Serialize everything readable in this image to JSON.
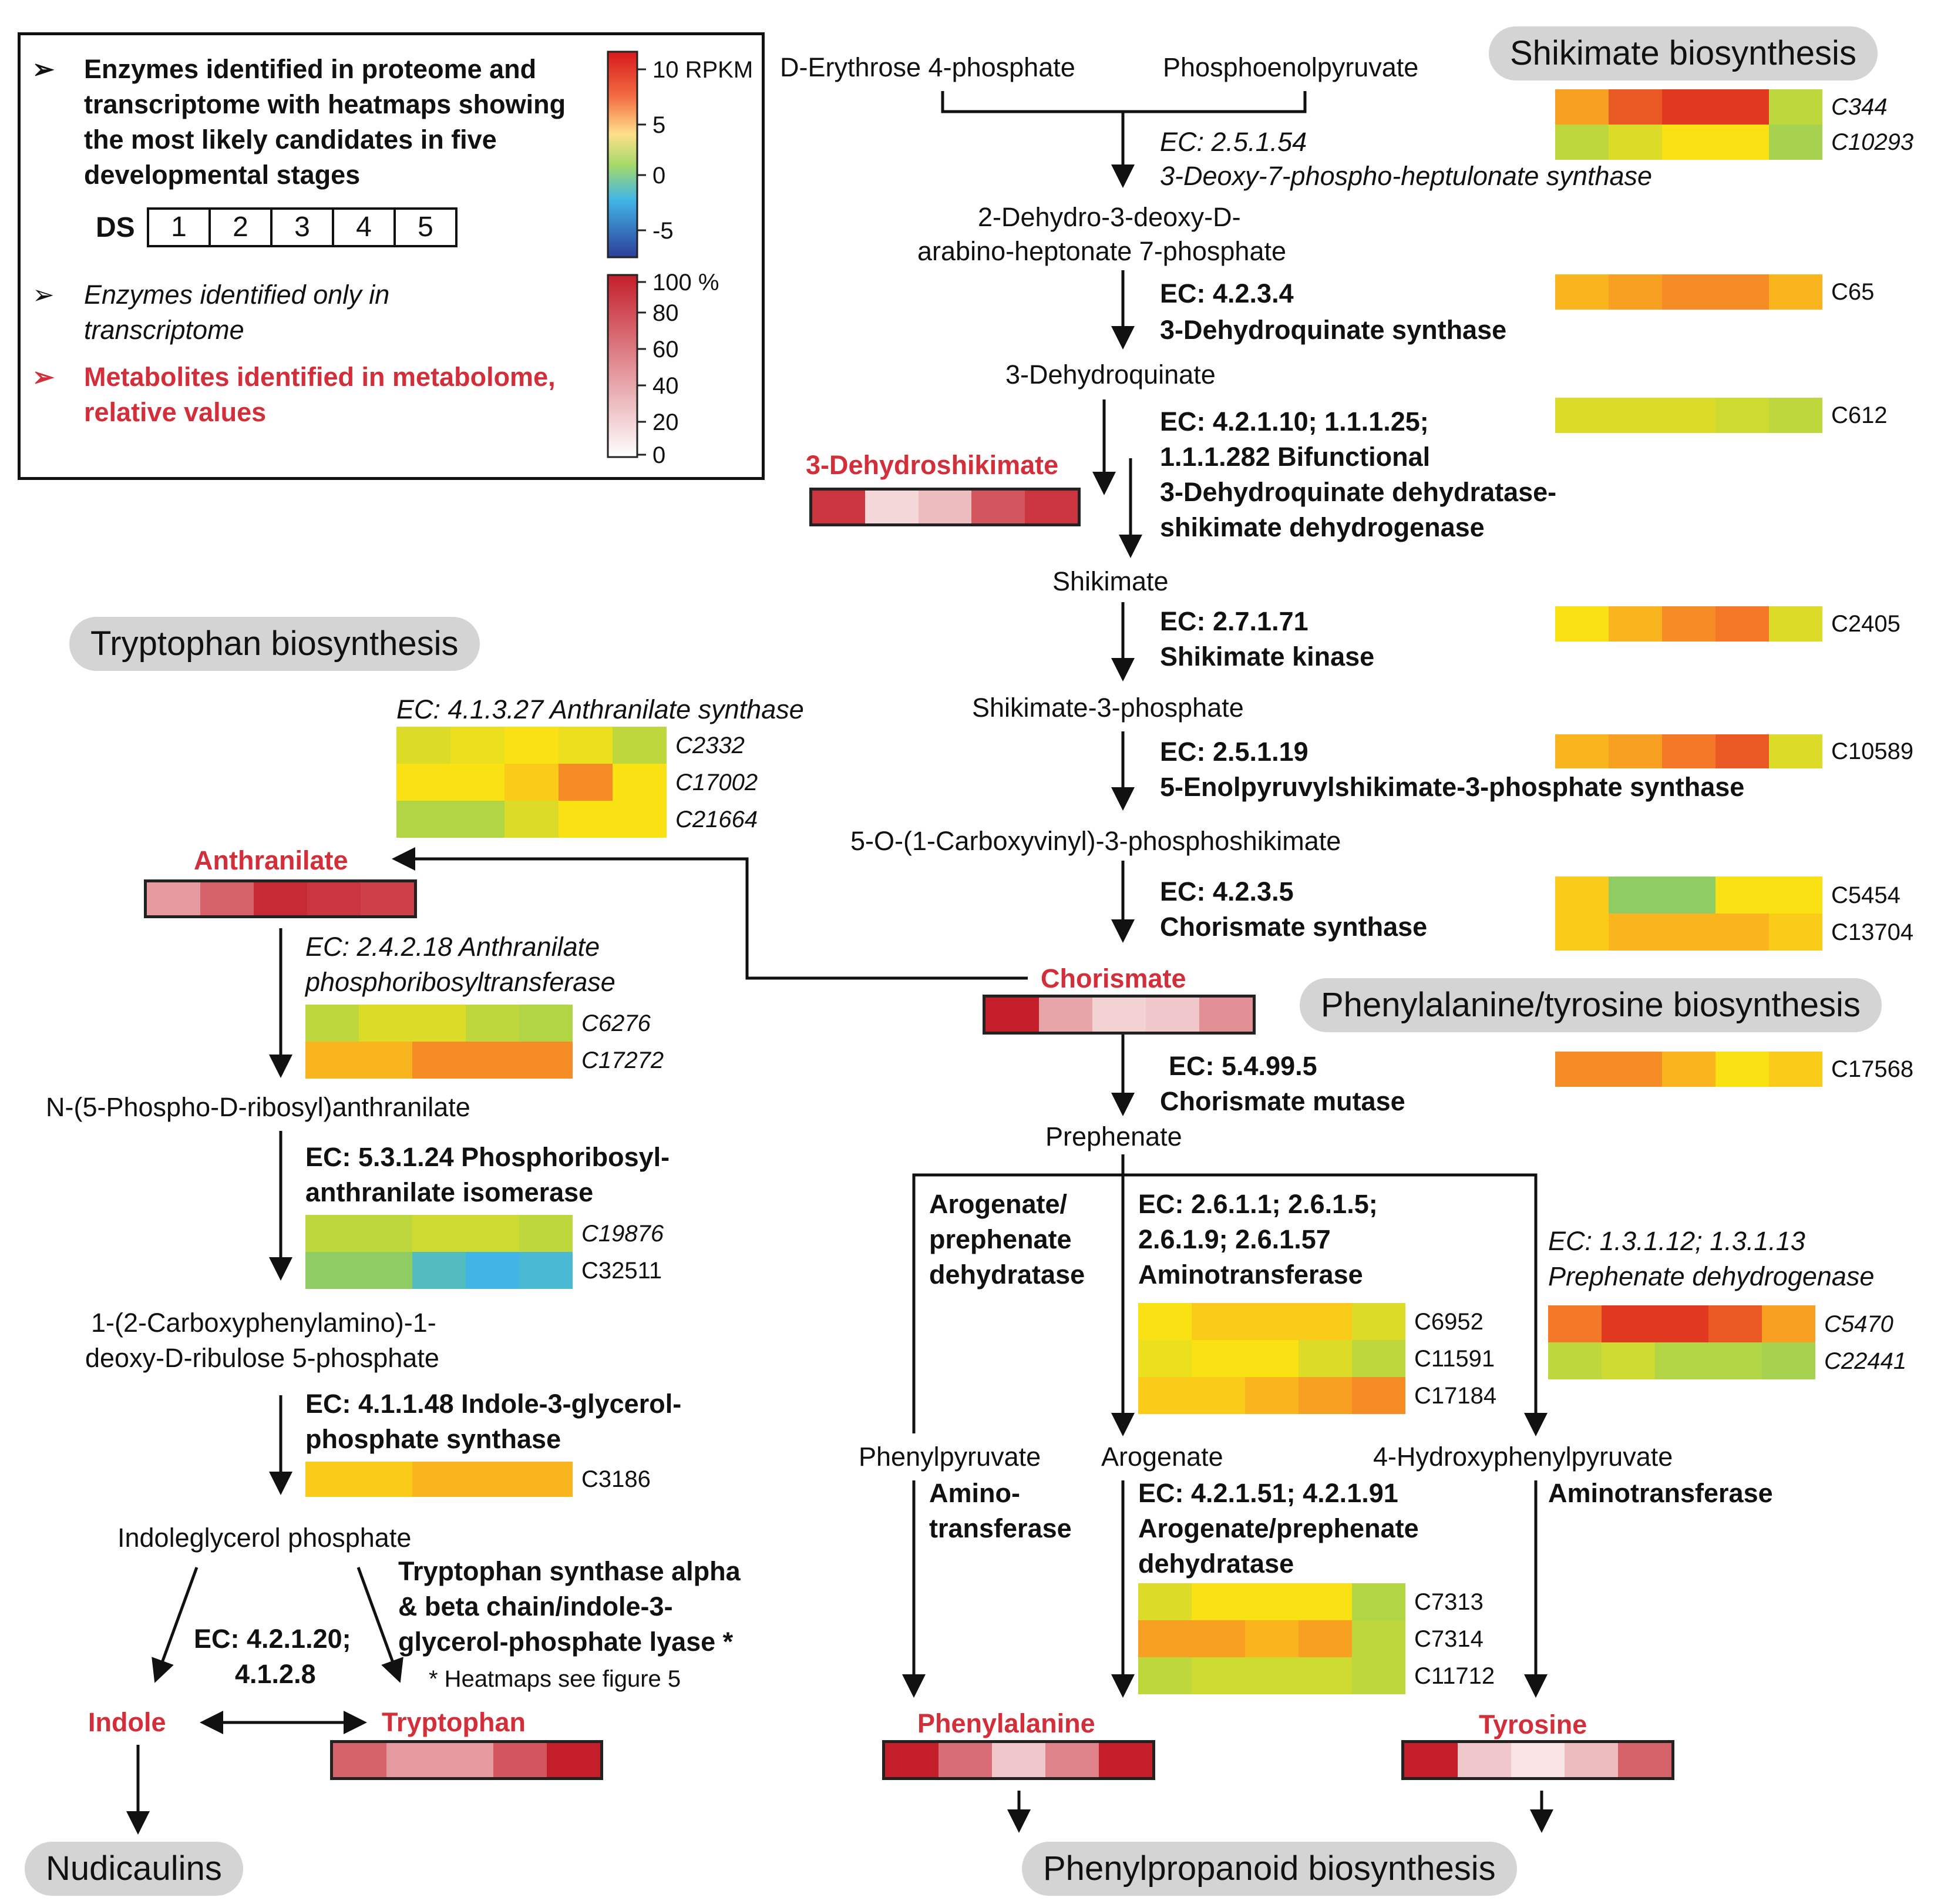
{
  "legend": {
    "proteome_transcriptome": "Enzymes identified in proteome and transcriptome with heatmaps showing the most likely candidates in five developmental stages",
    "ds_label": "DS",
    "stages": [
      "1",
      "2",
      "3",
      "4",
      "5"
    ],
    "transcriptome_only": "Enzymes identified only in transcriptome",
    "metabolites": "Metabolites identified in metabolome, relative values",
    "rpkm_ticks": [
      "10 RPKM",
      "5",
      "0",
      "-5"
    ],
    "pct_ticks": [
      "100 %",
      "80",
      "60",
      "40",
      "20",
      "0"
    ],
    "bullet": "➢"
  },
  "pathways": {
    "shikimate": "Shikimate biosynthesis",
    "tryptophan": "Tryptophan biosynthesis",
    "phe_tyr": "Phenylalanine/tyrosine biosynthesis",
    "nudicaulins": "Nudicaulins",
    "phenylpropanoid": "Phenylpropanoid biosynthesis"
  },
  "compounds": {
    "d_erythrose": "D-Erythrose 4-phosphate",
    "pep": "Phosphoenolpyruvate",
    "dahp_1": "2-Dehydro-3-deoxy-D-",
    "dahp_2": "arabino-heptonate 7-phosphate",
    "dhq": "3-Dehydroquinate",
    "shikimate": "Shikimate",
    "s3p": "Shikimate-3-phosphate",
    "epsp": "5-O-(1-Carboxyvinyl)-3-phosphoshikimate",
    "prephenate": "Prephenate",
    "n5p": "N-(5-Phospho-D-ribosyl)anthranilate",
    "cdrp_1": "1-(2-Carboxyphenylamino)-1-",
    "cdrp_2": "deoxy-D-ribulose 5-phosphate",
    "igp": "Indoleglycerol phosphate",
    "phenylpyruvate": "Phenylpyruvate",
    "arogenate": "Arogenate",
    "hpp": "4-Hydroxyphenylpyruvate"
  },
  "metabolites": {
    "dhs": {
      "label": "3-Dehydroshikimate",
      "values": [
        90,
        18,
        30,
        75,
        90
      ]
    },
    "anthranilate": {
      "label": "Anthranilate",
      "values": [
        45,
        70,
        95,
        90,
        85
      ]
    },
    "chorismate": {
      "label": "Chorismate",
      "values": [
        100,
        40,
        20,
        25,
        50
      ]
    },
    "tryptophan": {
      "label": "Tryptophan",
      "values": [
        70,
        45,
        45,
        75,
        100
      ]
    },
    "indole": {
      "label": "Indole"
    },
    "phenylalanine": {
      "label": "Phenylalanine",
      "values": [
        100,
        65,
        25,
        55,
        100
      ]
    },
    "tyrosine": {
      "label": "Tyrosine",
      "values": [
        100,
        25,
        12,
        30,
        70
      ]
    }
  },
  "enzymes": {
    "ec25154": {
      "ec": "EC: 2.5.1.54",
      "name": "3-Deoxy-7-phospho-heptulonate synthase"
    },
    "ec4234": {
      "ec": "EC: 4.2.3.4",
      "name": "3-Dehydroquinate synthase"
    },
    "ec42110": {
      "line1": "EC: 4.2.1.10; 1.1.1.25;",
      "line2": "1.1.1.282   Bifunctional",
      "line3": "3-Dehydroquinate dehydratase-",
      "line4": "shikimate dehydrogenase"
    },
    "ec27171": {
      "ec": "EC:  2.7.1.71",
      "name": "Shikimate kinase"
    },
    "ec25119": {
      "ec": "EC: 2.5.1.19",
      "name": "5-Enolpyruvylshikimate-3-phosphate synthase"
    },
    "ec4235": {
      "ec": "EC: 4.2.3.5",
      "name": "Chorismate synthase"
    },
    "ec549": {
      "ec": "EC: 5.4.99.5",
      "name": "Chorismate mutase"
    },
    "ec41327": "EC: 4.1.3.27 Anthranilate synthase",
    "ec24218": {
      "line1": "EC: 2.4.2.18 Anthranilate",
      "line2": "phosphoribosyltransferase"
    },
    "ec53124": {
      "line1": "EC: 5.3.1.24 Phosphoribosyl-",
      "line2": "anthranilate isomerase"
    },
    "ec41148": {
      "line1": "EC: 4.1.1.48 Indole-3-glycerol-",
      "line2": "phosphate synthase"
    },
    "ec42120": {
      "line1": "EC: 4.2.1.20;",
      "line2": "4.1.2.8"
    },
    "trp_synthase": {
      "line1": "Tryptophan synthase alpha",
      "line2": "& beta chain/indole-3-",
      "line3": "glycerol-phosphate lyase *"
    },
    "heatmap_note": "* Heatmaps see figure 5",
    "arogenate_dehydratase": {
      "line1": "Arogenate/",
      "line2": "prephenate",
      "line3": "dehydratase"
    },
    "aminotransferase_ec": {
      "line1": "EC: 2.6.1.1; 2.6.1.5;",
      "line2": "2.6.1.9; 2.6.1.57",
      "line3": "Aminotransferase"
    },
    "prephenate_dh": {
      "line1": "EC: 1.3.1.12; 1.3.1.13",
      "line2": "Prephenate dehydrogenase"
    },
    "amino_left": {
      "line1": "Amino-",
      "line2": "transferase"
    },
    "ec42151": {
      "line1": "EC: 4.2.1.51; 4.2.1.91",
      "line2": "Arogenate/prephenate",
      "line3": "dehydratase"
    },
    "amino_right": "Aminotransferase"
  },
  "heatmaps": {
    "shik_synthase": [
      {
        "id": "C344",
        "values": [
          7.5,
          9,
          9.5,
          9.5,
          4
        ]
      },
      {
        "id": "C10293",
        "values": [
          4,
          5,
          6,
          6,
          3
        ]
      }
    ],
    "dhq_synthase": [
      {
        "id": "C65",
        "values": [
          7,
          7.5,
          8,
          8,
          7
        ]
      }
    ],
    "bifunctional": [
      {
        "id": "C612",
        "values": [
          5,
          5,
          5,
          4.5,
          4
        ]
      }
    ],
    "shik_kinase": [
      {
        "id": "C2405",
        "values": [
          6,
          7,
          8,
          8.5,
          5
        ]
      }
    ],
    "epsp_synthase": [
      {
        "id": "C10589",
        "values": [
          7,
          7.5,
          8.5,
          9,
          5
        ]
      }
    ],
    "chor_synthase": [
      {
        "id": "C5454",
        "values": [
          6.5,
          2,
          2,
          6,
          6
        ]
      },
      {
        "id": "C13704",
        "values": [
          6.5,
          7,
          7,
          7,
          6.5
        ]
      }
    ],
    "chor_mutase": [
      {
        "id": "C17568",
        "values": [
          8,
          8,
          7,
          6,
          6.5
        ]
      }
    ],
    "anthr_synthase": [
      {
        "id": "C2332",
        "values": [
          5,
          5.5,
          6,
          5.5,
          4
        ]
      },
      {
        "id": "C17002",
        "values": [
          6,
          6,
          6.5,
          8,
          6
        ]
      },
      {
        "id": "C21664",
        "values": [
          3.5,
          3.5,
          5,
          6,
          6
        ]
      }
    ],
    "aprt": [
      {
        "id": "C6276",
        "values": [
          4,
          5,
          5,
          4,
          3.5
        ]
      },
      {
        "id": "C17272",
        "values": [
          7,
          7,
          8,
          8,
          8
        ]
      }
    ],
    "prai": [
      {
        "id": "C19876",
        "values": [
          4,
          4,
          4.5,
          4.5,
          4
        ]
      },
      {
        "id": "C32511",
        "values": [
          2,
          2,
          -1,
          -2,
          -1.5
        ]
      }
    ],
    "igps": [
      {
        "id": "C3186",
        "values": [
          6.5,
          6.5,
          7,
          7,
          7
        ]
      }
    ],
    "aminotransferase": [
      {
        "id": "C6952",
        "values": [
          6,
          6.5,
          6.5,
          6.5,
          5
        ]
      },
      {
        "id": "C11591",
        "values": [
          5.5,
          6,
          6,
          5,
          4
        ]
      },
      {
        "id": "C17184",
        "values": [
          6.5,
          6.5,
          7,
          7.5,
          8
        ]
      }
    ],
    "prephenate_dh": [
      {
        "id": "C5470",
        "values": [
          8.5,
          9.5,
          9.5,
          9,
          7.5
        ]
      },
      {
        "id": "C22441",
        "values": [
          4,
          4.5,
          3.5,
          3.5,
          3
        ]
      }
    ],
    "arogenate_dh": [
      {
        "id": "C7313",
        "values": [
          5,
          6,
          6,
          6,
          3.5
        ]
      },
      {
        "id": "C7314",
        "values": [
          7.5,
          7.5,
          7,
          7.5,
          4
        ]
      },
      {
        "id": "C11712",
        "values": [
          4,
          4.5,
          4.5,
          4.5,
          4
        ]
      }
    ]
  },
  "colors": {
    "metabolite_red": "#d32f3a",
    "pill_gray": "#d4d4d4"
  }
}
